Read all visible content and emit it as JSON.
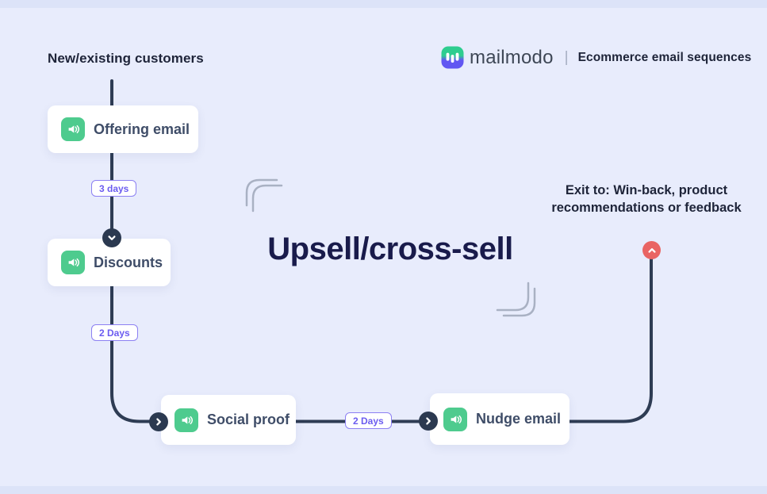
{
  "header": {
    "brand": "mailmodo",
    "divider": "|",
    "label": "Ecommerce email sequences",
    "logo_icon": "mailmodo-logo-icon"
  },
  "flow": {
    "entry_label": "New/existing customers",
    "title": "Upsell/cross-sell",
    "exit_note": {
      "line1": "Exit to: Win-back, product",
      "line2": "recommendations or feedback"
    },
    "nodes": [
      {
        "label": "Offering email",
        "icon": "megaphone-icon"
      },
      {
        "label": "Discounts",
        "icon": "megaphone-icon"
      },
      {
        "label": "Social proof",
        "icon": "megaphone-icon"
      },
      {
        "label": "Nudge email",
        "icon": "megaphone-icon"
      }
    ],
    "delays": [
      "3 days",
      "2 Days",
      "2 Days"
    ],
    "markers": [
      {
        "icon": "chevron-down-icon"
      },
      {
        "icon": "chevron-right-icon"
      },
      {
        "icon": "chevron-right-icon"
      },
      {
        "icon": "chevron-up-icon"
      }
    ]
  },
  "colors": {
    "background": "#e8ecfc",
    "edge_strip": "#dce3f8",
    "connector": "#2e3c54",
    "marker": "#2b3950",
    "exit_marker": "#e96463",
    "node_icon_bg": "#4ecb8e",
    "badge_accent": "#6b5cf0",
    "badge_border": "#8c80f2",
    "title_text": "#191b4b",
    "body_text": "#1e2439",
    "card_text": "#3f4d68",
    "brand_gradient_top": "#2ecd8f",
    "brand_gradient_bottom": "#6156f2"
  }
}
